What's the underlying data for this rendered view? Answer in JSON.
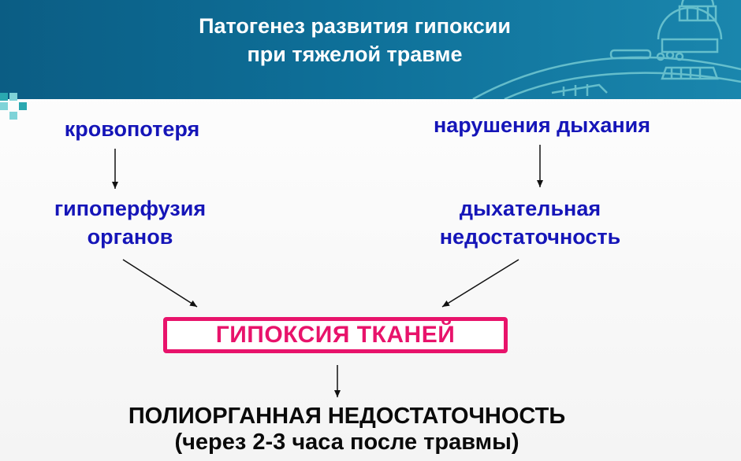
{
  "slide": {
    "title_line1": "Патогенез развития гипоксии",
    "title_line2": "при тяжелой травме"
  },
  "diagram": {
    "nodes": {
      "blood_loss": "кровопотеря",
      "hypoperfusion": [
        "гипоперфузия",
        "органов"
      ],
      "breath_disorder": "нарушения дыхания",
      "resp_failure": [
        "дыхательная",
        "недостаточность"
      ],
      "hypoxia": "ГИПОКСИЯ ТКАНЕЙ",
      "result": [
        "ПОЛИОРГАННАЯ НЕДОСТАТОЧНОСТЬ",
        "(через 2-3 часа после травмы)"
      ]
    },
    "edges": [
      [
        "blood_loss",
        "hypoperfusion"
      ],
      [
        "breath_disorder",
        "resp_failure"
      ],
      [
        "hypoperfusion",
        "hypoxia"
      ],
      [
        "resp_failure",
        "hypoxia"
      ],
      [
        "hypoxia",
        "result"
      ]
    ]
  },
  "colors": {
    "header": "#0e6f98",
    "node_text": "#1515b8",
    "hypoxia": "#e8136b",
    "result_text": "#0a0a0a"
  }
}
